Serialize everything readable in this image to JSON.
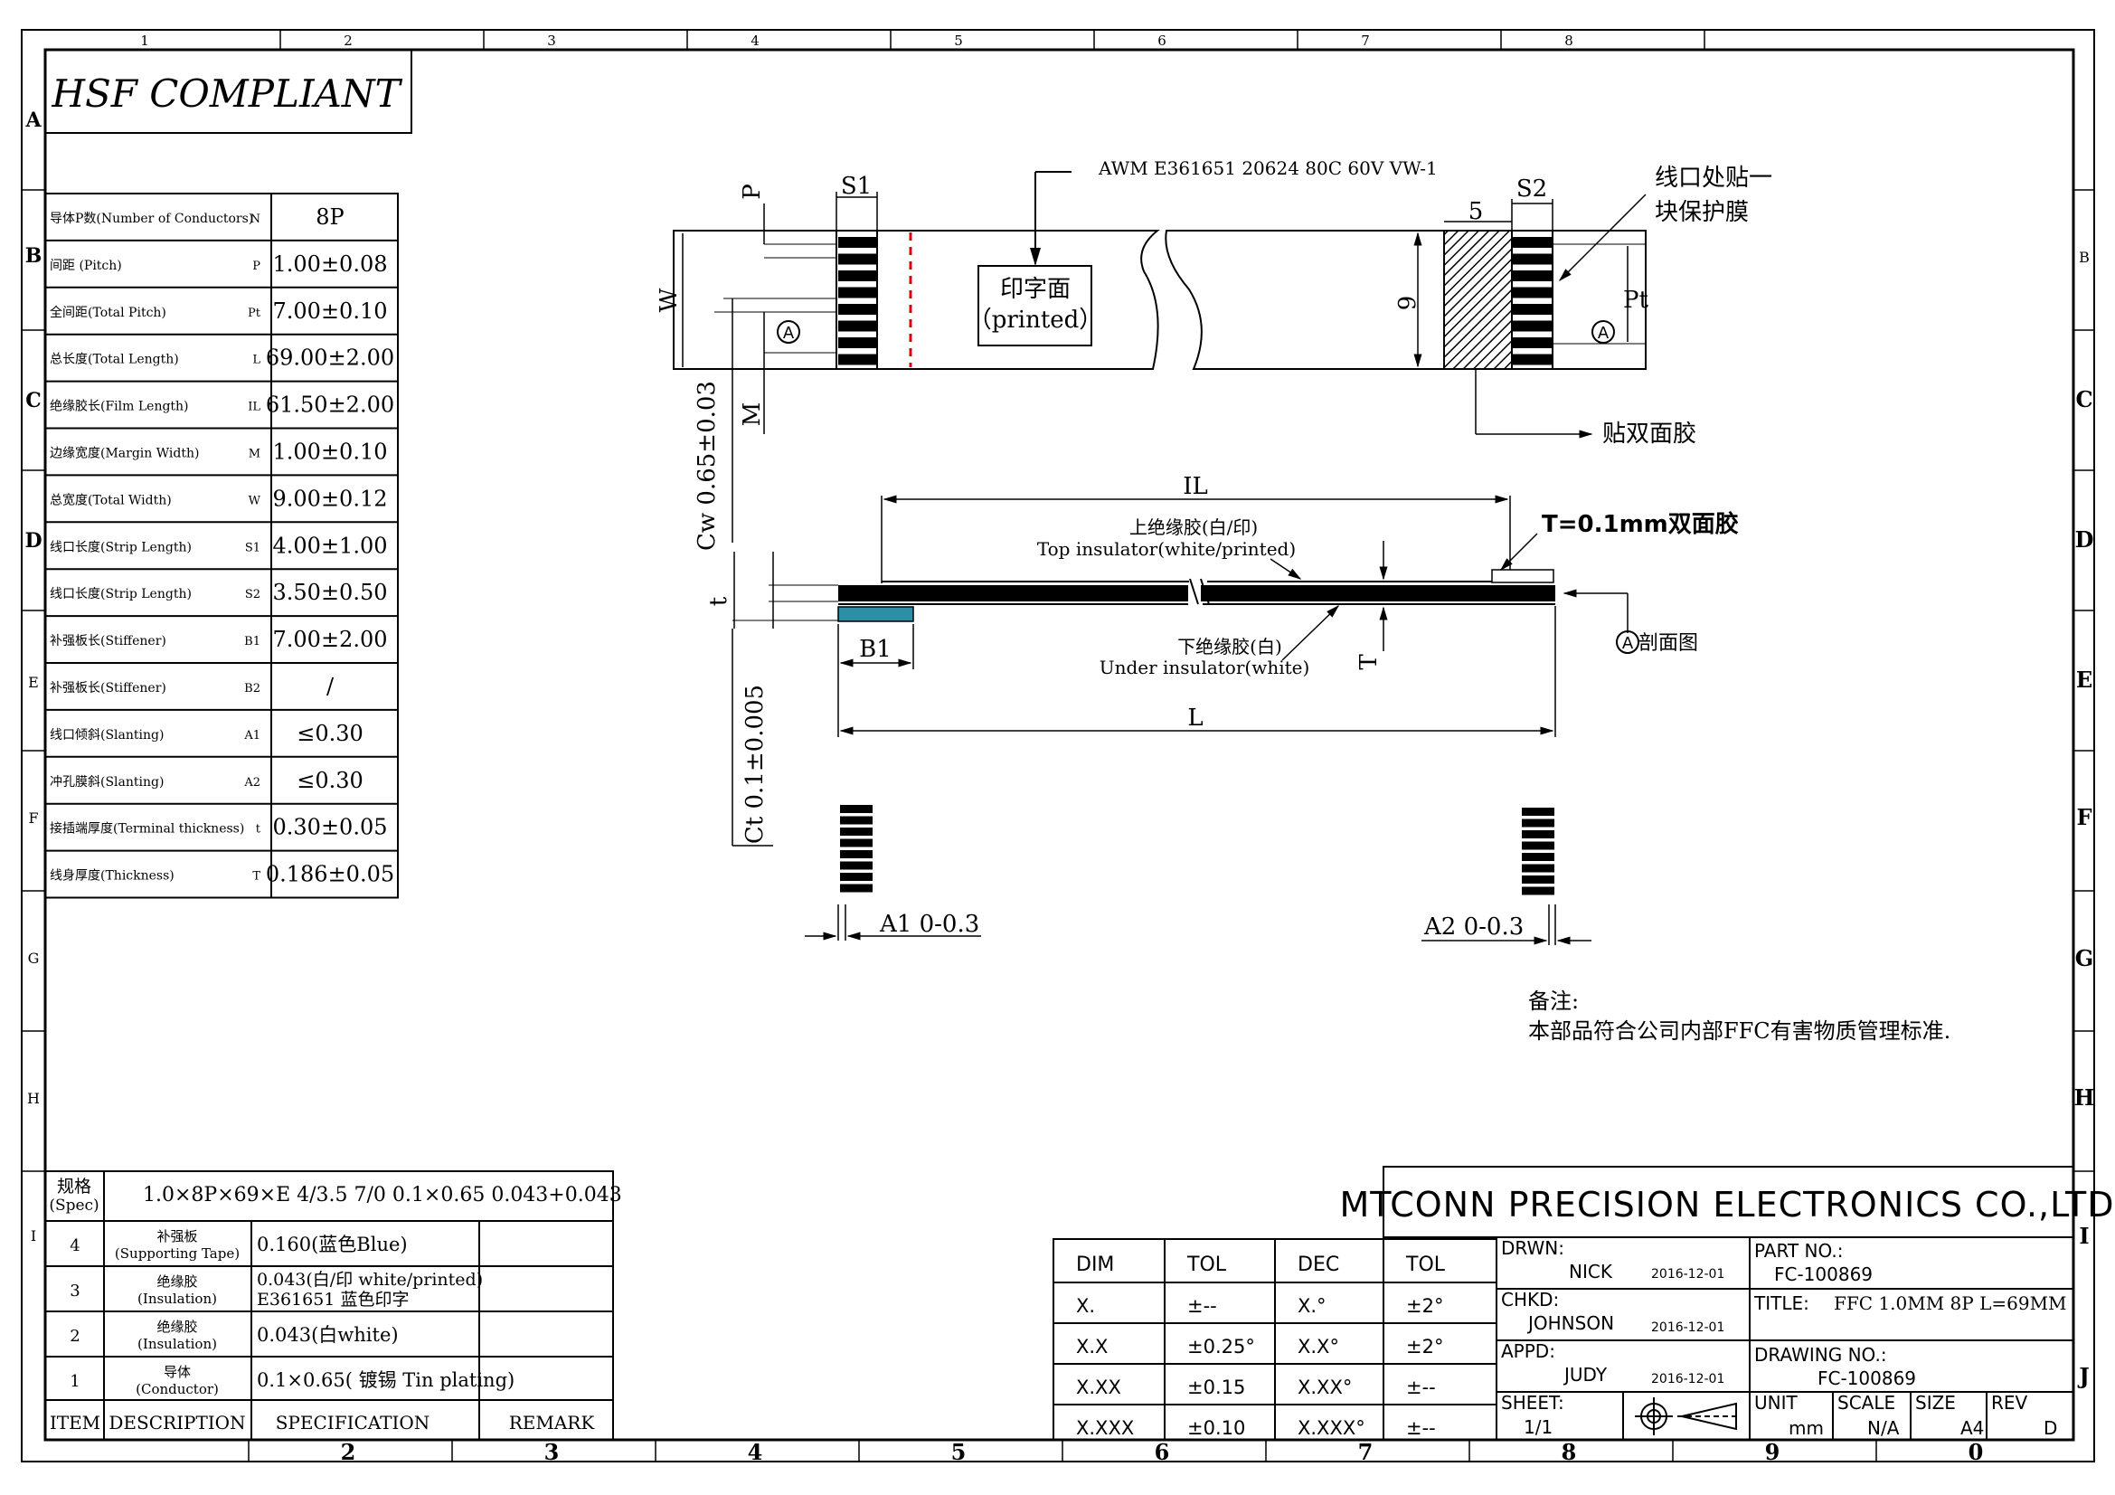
{
  "border": {
    "columns": [
      "1",
      "2",
      "3",
      "4",
      "5",
      "6",
      "7",
      "8"
    ],
    "bottom_columns": [
      "2",
      "3",
      "4",
      "5",
      "6",
      "7",
      "8",
      "9",
      "0"
    ],
    "rows_left": [
      "A",
      "B",
      "C",
      "D",
      "E",
      "F",
      "G",
      "H",
      "I"
    ],
    "rows_right": [
      "B",
      "C",
      "D",
      "E",
      "F",
      "G",
      "H",
      "I",
      "J"
    ]
  },
  "title_box": "HSF COMPLIANT",
  "param_table": [
    {
      "name": "导体P数(Number of Conductors)",
      "sym": "N",
      "val": "8P"
    },
    {
      "name": "间距  (Pitch)",
      "sym": "P",
      "val": "1.00±0.08"
    },
    {
      "name": "全间距(Total Pitch)",
      "sym": "Pt",
      "val": "7.00±0.10"
    },
    {
      "name": "总长度(Total Length)",
      "sym": "L",
      "val": "69.00±2.00"
    },
    {
      "name": "绝缘胶长(Film Length)",
      "sym": "IL",
      "val": "61.50±2.00"
    },
    {
      "name": "边缘宽度(Margin Width)",
      "sym": "M",
      "val": "1.00±0.10"
    },
    {
      "name": "总宽度(Total Width)",
      "sym": "W",
      "val": "9.00±0.12"
    },
    {
      "name": "线口长度(Strip Length)",
      "sym": "S1",
      "val": "4.00±1.00"
    },
    {
      "name": "线口长度(Strip Length)",
      "sym": "S2",
      "val": "3.50±0.50"
    },
    {
      "name": "补强板长(Stiffener)",
      "sym": "B1",
      "val": "7.00±2.00"
    },
    {
      "name": "补强板长(Stiffener)",
      "sym": "B2",
      "val": "/"
    },
    {
      "name": "线口倾斜(Slanting)",
      "sym": "A1",
      "val": "≤0.30"
    },
    {
      "name": "冲孔膜斜(Slanting)",
      "sym": "A2",
      "val": "≤0.30"
    },
    {
      "name": "接插端厚度(Terminal thickness)",
      "sym": "t",
      "val": "0.30±0.05"
    },
    {
      "name": "线身厚度(Thickness)",
      "sym": "T",
      "val": "0.186±0.05"
    }
  ],
  "drawing": {
    "awm": "AWM E361651 20624 80C 60V VW-1",
    "s1": "S1",
    "s2": "S2",
    "p": "P",
    "w": "W",
    "m": "M",
    "pt": "Pt",
    "five": "5",
    "nine": "9",
    "printed_cn": "印字面",
    "printed_en": "（printed）",
    "protect_note_1": "线口处贴一",
    "protect_note_2": "块保护膜",
    "double_tape": "贴双面胶",
    "cw": "Cw 0.65±0.03",
    "ct": "Ct 0.1±0.005",
    "il": "IL",
    "l": "L",
    "t_small": "t",
    "t_big": "T",
    "b1": "B1",
    "top_ins_cn": "上绝缘胶(白/印)",
    "top_ins_en": "Top insulator(white/printed)",
    "under_ins_cn": "下绝缘胶(白)",
    "under_ins_en": "Under insulator(white)",
    "t_tape": "T=0.1mm双面胶",
    "section": "剖面图",
    "a_mark": "A",
    "a1": "A1  0-0.3",
    "a2": "A2  0-0.3",
    "remark_title": "备注:",
    "remark_body": "本部品符合公司内部FFC有害物质管理标准."
  },
  "bom": {
    "spec_label": "规格\n(Spec)",
    "spec_value": "1.0×8P×69×E  4/3.5  7/0  0.1×0.65  0.043+0.043",
    "rows": [
      {
        "item": "4",
        "desc_cn": "补强板",
        "desc_en": "(Supporting Tape)",
        "spec": "0.160(蓝色Blue)",
        "remark": ""
      },
      {
        "item": "3",
        "desc_cn": "绝缘胶",
        "desc_en": "(Insulation)",
        "spec": "0.043(白/印 white/printed)",
        "spec2": "E361651    蓝色印字",
        "remark": ""
      },
      {
        "item": "2",
        "desc_cn": "绝缘胶",
        "desc_en": "(Insulation)",
        "spec": "0.043(白white)",
        "remark": ""
      },
      {
        "item": "1",
        "desc_cn": "导体",
        "desc_en": "(Conductor)",
        "spec": "0.1×0.65( 镀锡 Tin plating)",
        "remark": ""
      }
    ],
    "headers": {
      "item": "ITEM",
      "desc": "DESCRIPTION",
      "spec": "SPECIFICATION",
      "remark": "REMARK"
    }
  },
  "tolerance": {
    "headers": [
      "DIM",
      "TOL",
      "DEC",
      "TOL"
    ],
    "rows": [
      [
        "X.",
        "±--",
        "X.°",
        "±2°"
      ],
      [
        "X.X",
        "±0.25°",
        "X.X°",
        "±2°"
      ],
      [
        "X.XX",
        "±0.15",
        "X.XX°",
        "±--"
      ],
      [
        "X.XXX",
        "±0.10",
        "X.XXX°",
        "±--"
      ]
    ]
  },
  "title_block": {
    "company": "MTCONN PRECISION ELECTRONICS CO.,LTD",
    "drwn_label": "DRWN:",
    "drwn_name": "NICK",
    "drwn_date": "2016-12-01",
    "chkd_label": "CHKD:",
    "chkd_name": "JOHNSON",
    "chkd_date": "2016-12-01",
    "appd_label": "APPD:",
    "appd_name": "JUDY",
    "appd_date": "2016-12-01",
    "sheet_label": "SHEET:",
    "sheet_value": "1/1",
    "part_label": "PART NO.:",
    "part_value": "FC-100869",
    "title_label": "TITLE:",
    "title_value": "FFC 1.0MM 8P L=69MM",
    "dwg_label": "DRAWING NO.:",
    "dwg_value": "FC-100869",
    "unit_label": "UNIT",
    "unit_value": "mm",
    "scale_label": "SCALE",
    "scale_value": "N/A",
    "size_label": "SIZE",
    "size_value": "A4",
    "rev_label": "REV",
    "rev_value": "D"
  }
}
